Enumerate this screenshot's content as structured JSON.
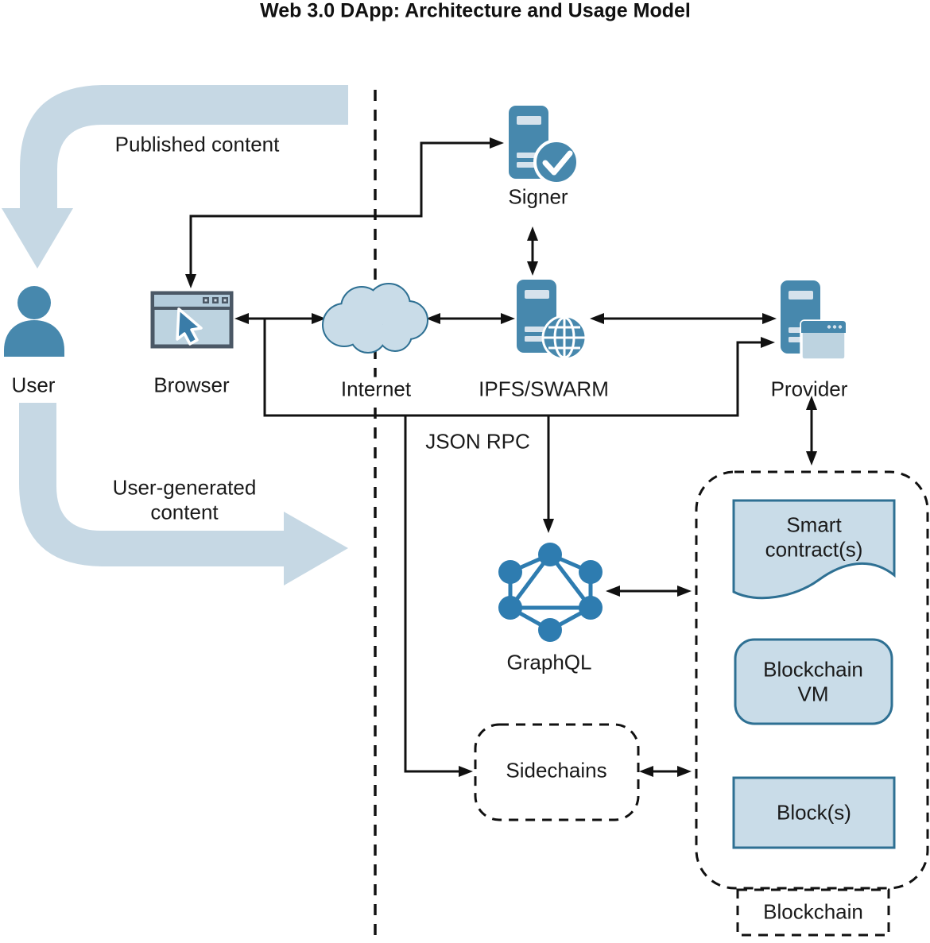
{
  "title": "Web 3.0 DApp: Architecture and Usage Model",
  "flow_labels": {
    "published_content": "Published content",
    "user_generated_content": "User-generated content",
    "json_rpc": "JSON RPC"
  },
  "nodes": {
    "user": "User",
    "browser": "Browser",
    "internet": "Internet",
    "signer": "Signer",
    "ipfs_swarm": "IPFS/SWARM",
    "provider": "Provider",
    "graphql": "GraphQL",
    "sidechains": "Sidechains",
    "smart_contracts": "Smart contract(s)",
    "blockchain_vm": "Blockchain VM",
    "blocks": "Block(s)",
    "blockchain": "Blockchain"
  },
  "colors": {
    "icon-blue": "#4788ad",
    "cursor-blue": "#3a7ca8",
    "graphql-blue": "#2e7cb0",
    "box-fill": "#c9dce8",
    "box-stroke": "#2e7093",
    "flow-arrow": "#c6d8e4",
    "stripe-light": "#d6e2ec",
    "window-light": "#bdd3e0",
    "toolbar-light": "#b3cbdb",
    "browser-border": "#4b5866",
    "line-color": "#111111",
    "text-color": "#1a1a1a"
  }
}
